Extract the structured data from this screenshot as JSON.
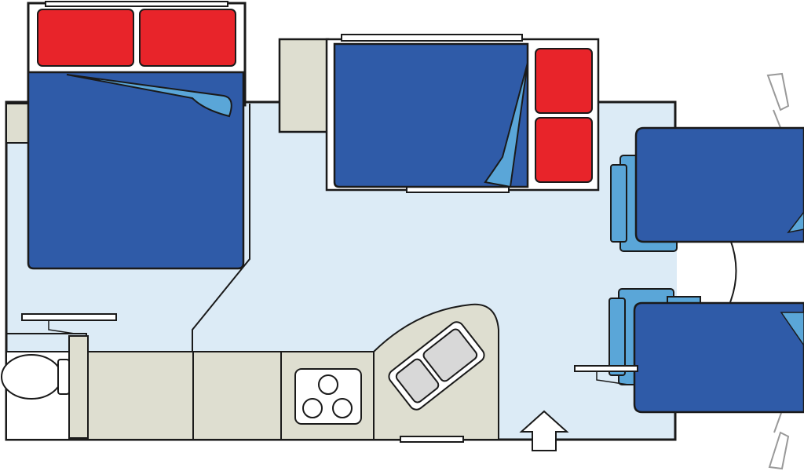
{
  "floorplan": {
    "colors": {
      "floor": "#dcebf6",
      "cabinet": "#deded0",
      "mattress": "#2f5ba8",
      "sheet_fold": "#5aa6d8",
      "pillow": "#e8242a",
      "seat": "#5aa6d8",
      "outline": "#1a1a1a",
      "sink_basin": "#d8d8d8",
      "wall_white": "#ffffff"
    },
    "fixtures": [
      "rear-double-bed",
      "over-cab-bunk-bed",
      "front-seat-bed-upper",
      "front-seat-bed-lower",
      "toilet",
      "cooktop",
      "double-sink",
      "entry-door-arrow"
    ]
  }
}
